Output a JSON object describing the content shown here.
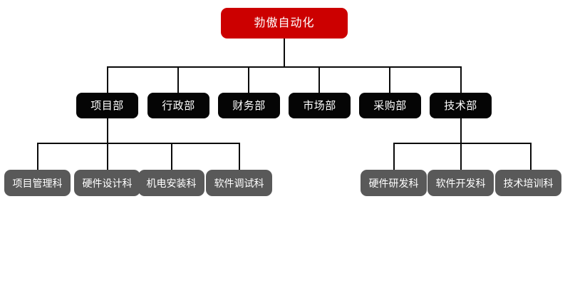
{
  "chart_data": {
    "type": "diagram",
    "title": "",
    "layout": "top-down organizational tree",
    "levels": 3,
    "root": {
      "label": "勃傲自动化",
      "color": "#cc0000",
      "text_color": "#ffffff"
    },
    "level2_color": "#050505",
    "level3_color": "#595959",
    "connector_color": "#0a0a0a",
    "departments": [
      {
        "label": "项目部"
      },
      {
        "label": "行政部"
      },
      {
        "label": "财务部"
      },
      {
        "label": "市场部"
      },
      {
        "label": "采购部"
      },
      {
        "label": "技术部"
      }
    ],
    "sections_project": [
      {
        "label": "项目管理科"
      },
      {
        "label": "硬件设计科"
      },
      {
        "label": "机电安装科"
      },
      {
        "label": "软件调试科"
      }
    ],
    "sections_technical": [
      {
        "label": "硬件研发科"
      },
      {
        "label": "软件开发科"
      },
      {
        "label": "技术培训科"
      }
    ]
  }
}
